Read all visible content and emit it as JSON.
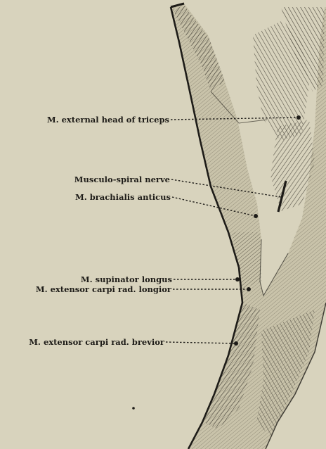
{
  "labels": [
    {
      "id": "external-head-of-triceps",
      "text": "M. external head of triceps"
    },
    {
      "id": "musculo-spiral-nerve",
      "text": "Musculo-spiral nerve"
    },
    {
      "id": "brachialis-anticus",
      "text": "M. brachialis anticus"
    },
    {
      "id": "supinator-longus",
      "text": "M. supinator longus"
    },
    {
      "id": "extensor-carpi-rad-longior",
      "text": "M. extensor carpi rad. longior"
    },
    {
      "id": "extensor-carpi-rad-brevior",
      "text": "M. extensor carpi rad. brevior"
    }
  ],
  "colors": {
    "paper": "#d8d3bd",
    "ink": "#1e1c18",
    "hatch": "#4a463c"
  }
}
